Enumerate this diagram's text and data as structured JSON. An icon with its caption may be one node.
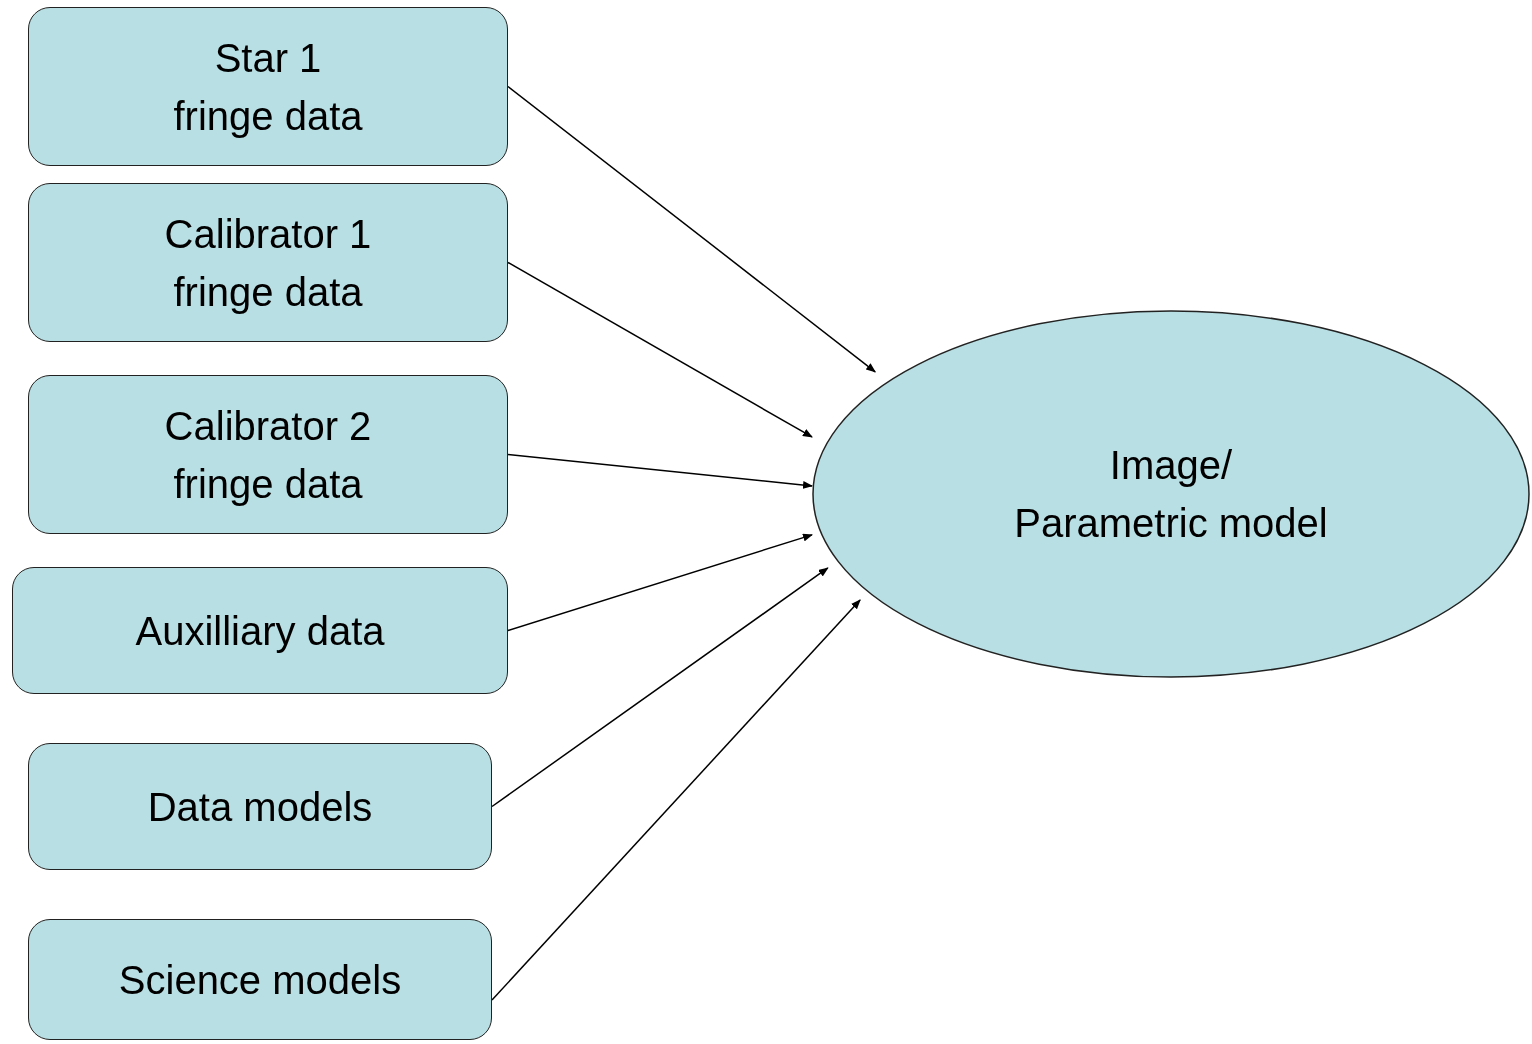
{
  "diagram": {
    "nodes": [
      {
        "text": [
          "Star 1",
          "fringe data"
        ]
      },
      {
        "text": [
          "Calibrator 1",
          "fringe data"
        ]
      },
      {
        "text": [
          "Calibrator 2",
          "fringe data"
        ]
      },
      {
        "text": [
          "Auxilliary data"
        ]
      },
      {
        "text": [
          "Data models"
        ]
      },
      {
        "text": [
          "Science models"
        ]
      },
      {
        "text": [
          "Image/",
          "Parametric model"
        ]
      }
    ],
    "edges": [
      {
        "from": 0,
        "to": 6,
        "arrow": "to"
      },
      {
        "from": 1,
        "to": 6,
        "arrow": "to"
      },
      {
        "from": 2,
        "to": 6,
        "arrow": "to"
      },
      {
        "from": 3,
        "to": 6,
        "arrow": "to"
      },
      {
        "from": 4,
        "to": 6,
        "arrow": "to"
      },
      {
        "from": 5,
        "to": 6,
        "arrow": "to"
      }
    ]
  }
}
